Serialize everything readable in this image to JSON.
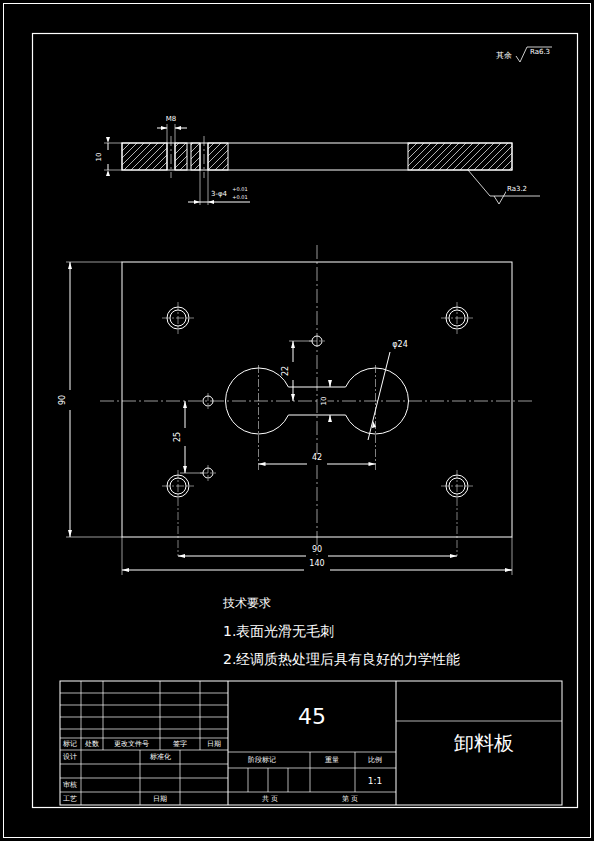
{
  "diagram": {
    "labels": [
      "其余",
      "Ra6.3",
      "M8",
      "10",
      "3-φ4",
      "+0.01",
      "+0.01",
      "Ra3.2",
      "φ24",
      "22",
      "10",
      "42",
      "25",
      "90",
      "90",
      "140",
      "技术要求",
      "1.表面光滑无毛刺",
      "2.经调质热处理后具有良好的力学性能",
      "45",
      "卸料板",
      "标记",
      "处数",
      "更改文件号",
      "签字",
      "日期",
      "设计",
      "标准化",
      "审核",
      "工艺",
      "日期",
      "阶段标记",
      "重量",
      "比例",
      "1:1",
      "共 页",
      "第 页"
    ]
  }
}
